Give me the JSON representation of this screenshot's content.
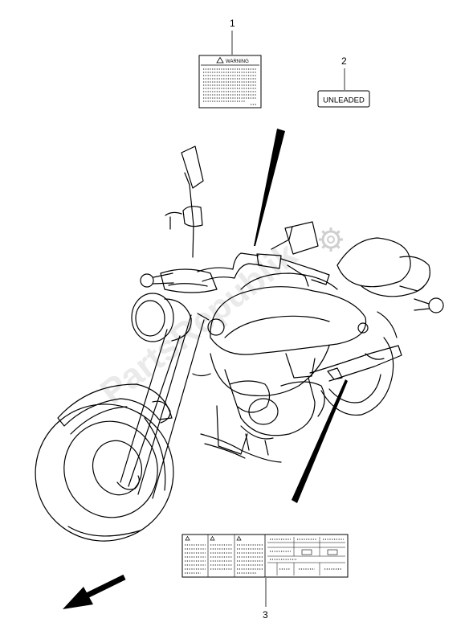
{
  "callouts": {
    "c1": "1",
    "c2": "2",
    "c3": "3"
  },
  "warning_label": {
    "title": "WARNING"
  },
  "unleaded_label": {
    "text": "UNLEADED"
  },
  "watermark": {
    "text": "PartsRepublik"
  },
  "colors": {
    "line": "#000000",
    "watermark": "#d0d0d0",
    "background": "#ffffff"
  }
}
